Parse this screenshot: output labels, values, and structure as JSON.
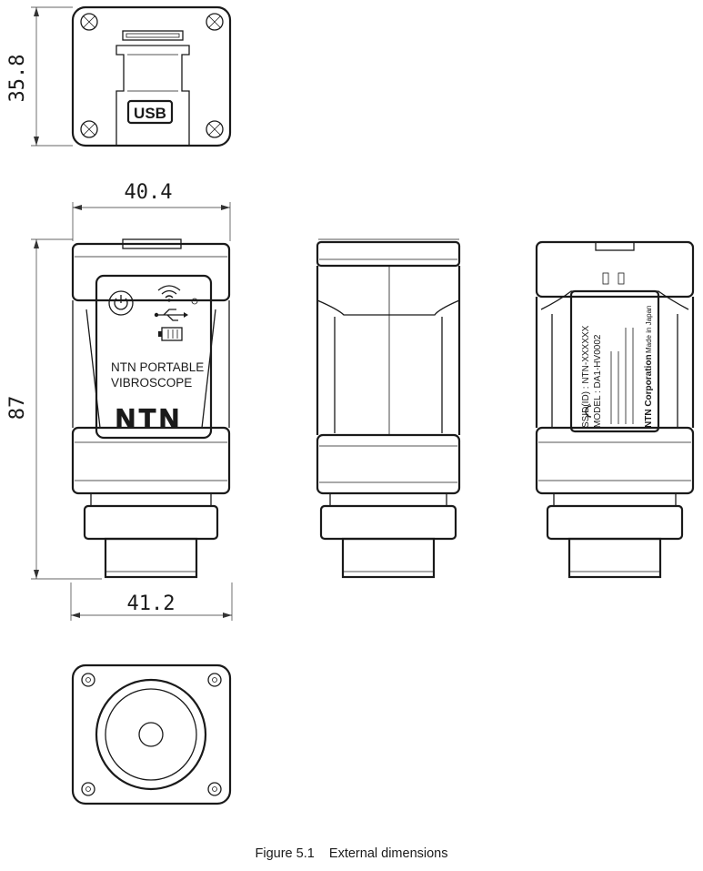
{
  "dimensions": {
    "top_height": "35.8",
    "width_upper": "40.4",
    "total_height": "87",
    "width_lower": "41.2"
  },
  "front_view": {
    "product_line1": "NTN PORTABLE",
    "product_line2": "VIBROSCOPE",
    "logo": "NTN"
  },
  "top_view": {
    "usb_label": "USB"
  },
  "back_view": {
    "label_texts": [
      "SSID(ID) : NTN-XXXXXX",
      "MODEL : DA1-HV0002",
      "NTN Corporation",
      "Made in Japan"
    ]
  },
  "caption": {
    "figure_number": "Figure 5.1",
    "title": "External dimensions"
  },
  "colors": {
    "line": "#1a1a1a",
    "background": "#ffffff"
  }
}
